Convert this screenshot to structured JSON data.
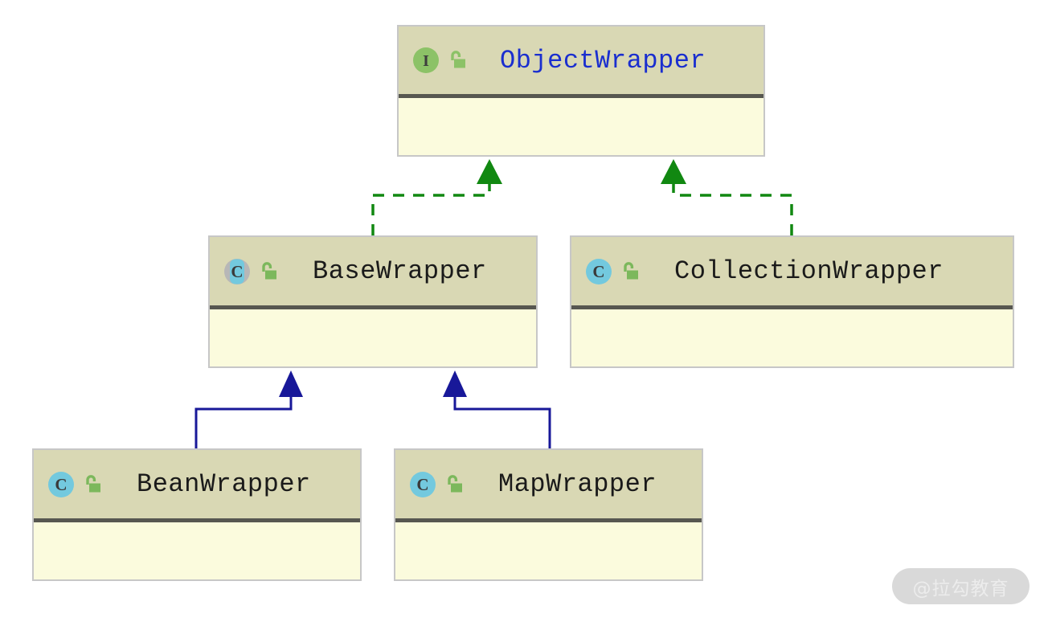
{
  "diagram": {
    "kind": "uml-class-diagram",
    "background_color": "#ffffff",
    "nodes": [
      {
        "id": "object-wrapper",
        "name": "ObjectWrapper",
        "stereotype": "interface",
        "type_icon": "interface-icon",
        "visibility_icon": "unlocked-padlock-icon",
        "title_color": "#1a2ecf",
        "header_color": "#d9d8b4",
        "body_color": "#fbfbdd",
        "border_color": "#c7c7c7",
        "separator_color": "#575750",
        "members": []
      },
      {
        "id": "base-wrapper",
        "name": "BaseWrapper",
        "stereotype": "abstract-class",
        "type_icon": "abstract-class-icon",
        "visibility_icon": "unlocked-padlock-icon",
        "title_color": "#1a1a1a",
        "header_color": "#d9d8b4",
        "body_color": "#fbfbdd",
        "border_color": "#c7c7c7",
        "separator_color": "#575750",
        "members": []
      },
      {
        "id": "collection-wrapper",
        "name": "CollectionWrapper",
        "stereotype": "class",
        "type_icon": "class-icon",
        "visibility_icon": "unlocked-padlock-icon",
        "title_color": "#1a1a1a",
        "header_color": "#d9d8b4",
        "body_color": "#fbfbdd",
        "border_color": "#c7c7c7",
        "separator_color": "#575750",
        "members": []
      },
      {
        "id": "bean-wrapper",
        "name": "BeanWrapper",
        "stereotype": "class",
        "type_icon": "class-icon",
        "visibility_icon": "unlocked-padlock-icon",
        "title_color": "#1a1a1a",
        "header_color": "#d9d8b4",
        "body_color": "#fbfbdd",
        "border_color": "#c7c7c7",
        "separator_color": "#575750",
        "members": []
      },
      {
        "id": "map-wrapper",
        "name": "MapWrapper",
        "stereotype": "class",
        "type_icon": "class-icon",
        "visibility_icon": "unlocked-padlock-icon",
        "title_color": "#1a1a1a",
        "header_color": "#d9d8b4",
        "body_color": "#fbfbdd",
        "border_color": "#c7c7c7",
        "separator_color": "#575750",
        "members": []
      }
    ],
    "edges": [
      {
        "id": "edge-base-realizes-object",
        "from": "base-wrapper",
        "to": "object-wrapper",
        "relation": "realization",
        "line_style": "dashed",
        "color": "#118811",
        "arrow": "hollow-triangle-filled"
      },
      {
        "id": "edge-collection-realizes-object",
        "from": "collection-wrapper",
        "to": "object-wrapper",
        "relation": "realization",
        "line_style": "dashed",
        "color": "#118811",
        "arrow": "hollow-triangle-filled"
      },
      {
        "id": "edge-bean-extends-base",
        "from": "bean-wrapper",
        "to": "base-wrapper",
        "relation": "generalization",
        "line_style": "solid",
        "color": "#181899",
        "arrow": "triangle-filled"
      },
      {
        "id": "edge-map-extends-base",
        "from": "map-wrapper",
        "to": "base-wrapper",
        "relation": "generalization",
        "line_style": "solid",
        "color": "#181899",
        "arrow": "triangle-filled"
      }
    ],
    "icon_letters": {
      "interface": "I",
      "class": "C",
      "abstract_class": "C"
    }
  },
  "watermark": {
    "text": "@拉勾教育",
    "pill_color": "#d9d9d9",
    "text_color": "#ececec"
  }
}
